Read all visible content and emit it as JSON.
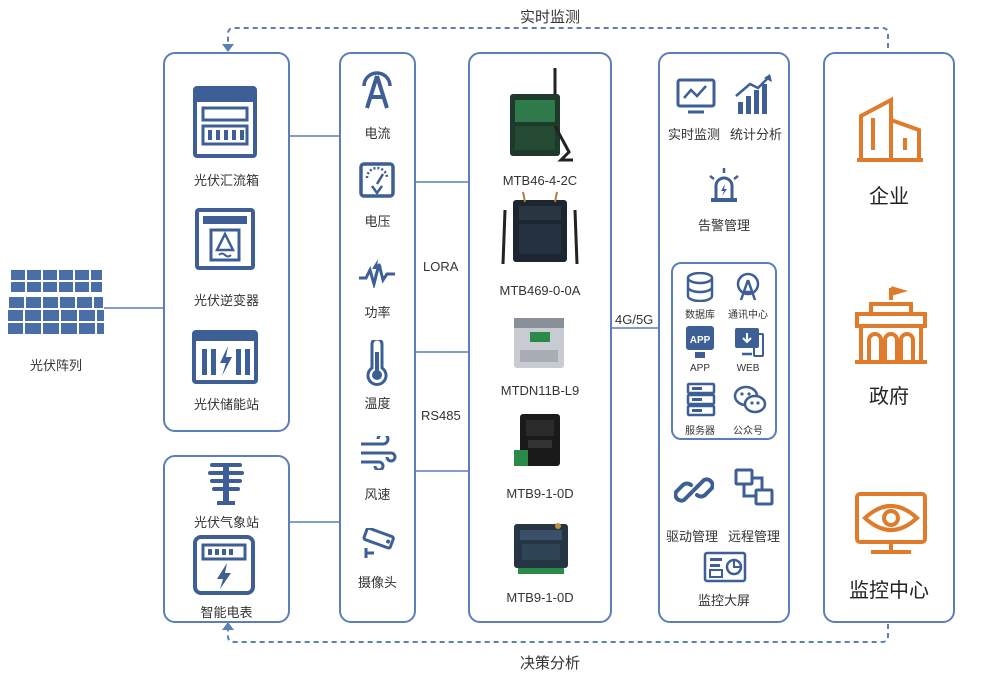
{
  "flow": {
    "top_label": "实时监测",
    "bottom_label": "决策分析"
  },
  "solar_array": {
    "label": "光伏阵列"
  },
  "left_box": {
    "items": [
      {
        "label": "光伏汇流箱",
        "icon": "combiner-box-icon"
      },
      {
        "label": "光伏逆变器",
        "icon": "inverter-icon"
      },
      {
        "label": "光伏储能站",
        "icon": "storage-icon"
      }
    ]
  },
  "left_box2": {
    "items": [
      {
        "label": "光伏气象站",
        "icon": "weather-station-icon"
      },
      {
        "label": "智能电表",
        "icon": "smart-meter-icon"
      }
    ]
  },
  "sensors": {
    "items": [
      {
        "label": "电流",
        "icon": "ammeter-icon"
      },
      {
        "label": "电压",
        "icon": "voltmeter-icon"
      },
      {
        "label": "功率",
        "icon": "power-wave-icon"
      },
      {
        "label": "温度",
        "icon": "thermometer-icon"
      },
      {
        "label": "风速",
        "icon": "wind-icon"
      },
      {
        "label": "摄像头",
        "icon": "camera-icon"
      }
    ]
  },
  "protocols": {
    "lora": "LORA",
    "rs485": "RS485",
    "cellular": "4G/5G"
  },
  "devices": {
    "items": [
      {
        "label": "MTB46-4-2C",
        "icon": "gateway-device-icon"
      },
      {
        "label": "MTB469-0-0A",
        "icon": "gateway-device-icon"
      },
      {
        "label": "MTDN11B-L9",
        "icon": "din-module-icon"
      },
      {
        "label": "MTB9-1-0D",
        "icon": "din-module-icon"
      },
      {
        "label": "MTB9-1-0D",
        "icon": "router-device-icon"
      }
    ]
  },
  "platform": {
    "realtime": "实时监测",
    "stats": "统计分析",
    "alarm": "告警管理",
    "inner": {
      "database": "数据库",
      "comm_center": "通讯中心",
      "app": "APP",
      "web": "WEB",
      "server": "服务器",
      "wechat": "公众号"
    },
    "driver": "驱动管理",
    "remote": "远程管理",
    "screen": "监控大屏"
  },
  "clients": {
    "enterprise": "企业",
    "government": "政府",
    "monitor_center": "监控中心"
  },
  "colors": {
    "line": "#5b7fb8",
    "icon_blue": "#3d5f96",
    "orange": "#e07b2c",
    "panel": "#4a6fa8"
  }
}
